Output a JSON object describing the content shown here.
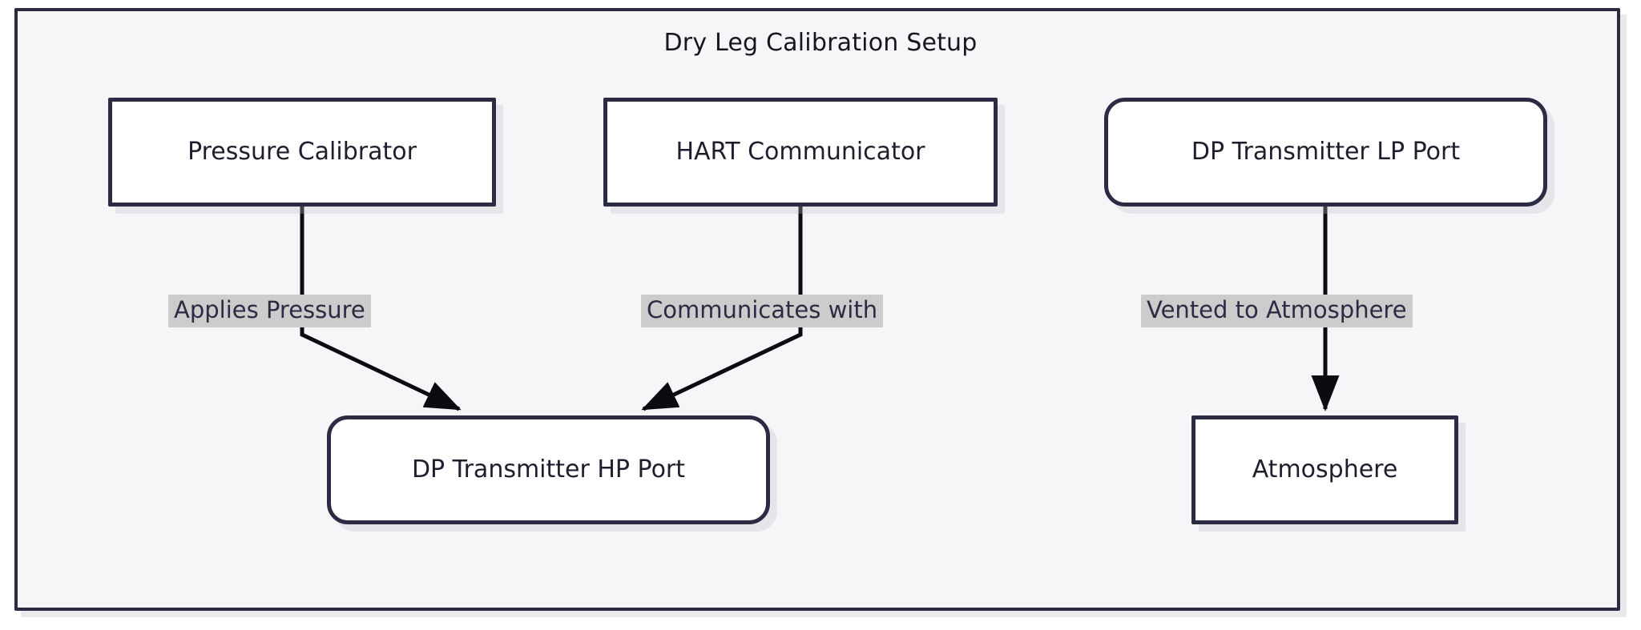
{
  "diagram": {
    "type": "flowchart",
    "title": "Dry Leg Calibration Setup",
    "background_color": "#f6f6f9",
    "border_color": "#2b2b44",
    "node_fill": "#ffffff",
    "text_color": "#1e1e2e",
    "edge_color": "#0b0b12",
    "edge_label_background": "#cccccc",
    "nodes": [
      {
        "id": "pressure-calibrator",
        "label": "Pressure Calibrator",
        "shape": "rectangle"
      },
      {
        "id": "hart-communicator",
        "label": "HART Communicator",
        "shape": "rectangle"
      },
      {
        "id": "lp-port",
        "label": "DP Transmitter LP Port",
        "shape": "rounded"
      },
      {
        "id": "hp-port",
        "label": "DP Transmitter HP Port",
        "shape": "rounded"
      },
      {
        "id": "atmosphere",
        "label": "Atmosphere",
        "shape": "rectangle"
      }
    ],
    "edges": [
      {
        "id": "edge-applies-pressure",
        "from": "pressure-calibrator",
        "to": "hp-port",
        "label": "Applies Pressure",
        "arrow": "end"
      },
      {
        "id": "edge-communicates-with",
        "from": "hart-communicator",
        "to": "hp-port",
        "label": "Communicates with",
        "arrow": "end"
      },
      {
        "id": "edge-vented",
        "from": "lp-port",
        "to": "atmosphere",
        "label": "Vented to Atmosphere",
        "arrow": "end"
      }
    ]
  }
}
